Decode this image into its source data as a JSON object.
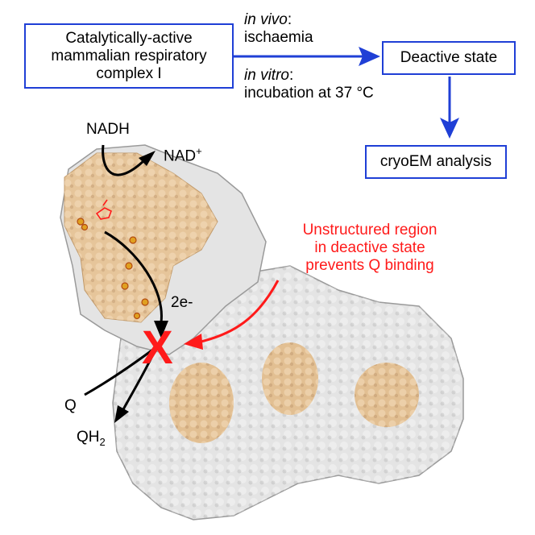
{
  "boxes": {
    "source_lines": [
      "Catalytically-active",
      "mammalian respiratory",
      "complex I"
    ],
    "deactive": "Deactive state",
    "cryoem": "cryoEM analysis"
  },
  "conditions": {
    "in_vivo_label": "in vivo",
    "in_vivo_colon": ":",
    "in_vivo_text": "ischaemia",
    "in_vitro_label": "in vitro",
    "in_vitro_colon": ":",
    "in_vitro_text": "incubation at 37 °C"
  },
  "labels": {
    "nadh": "NADH",
    "nad_main": "NAD",
    "nad_sup": "+",
    "electrons": "2e-",
    "q": "Q",
    "qh_main": "QH",
    "qh_sub": "2",
    "block_mark": "X"
  },
  "annotation_lines": [
    "Unstructured region",
    "in deactive state",
    "prevents Q binding"
  ],
  "colors": {
    "box_border": "#1f3fd6",
    "arrow_blue": "#1f3fd6",
    "annotation_red": "#ff1a1a",
    "protein_white": "#e6e6e6",
    "protein_tan": "#e9c9a0"
  }
}
